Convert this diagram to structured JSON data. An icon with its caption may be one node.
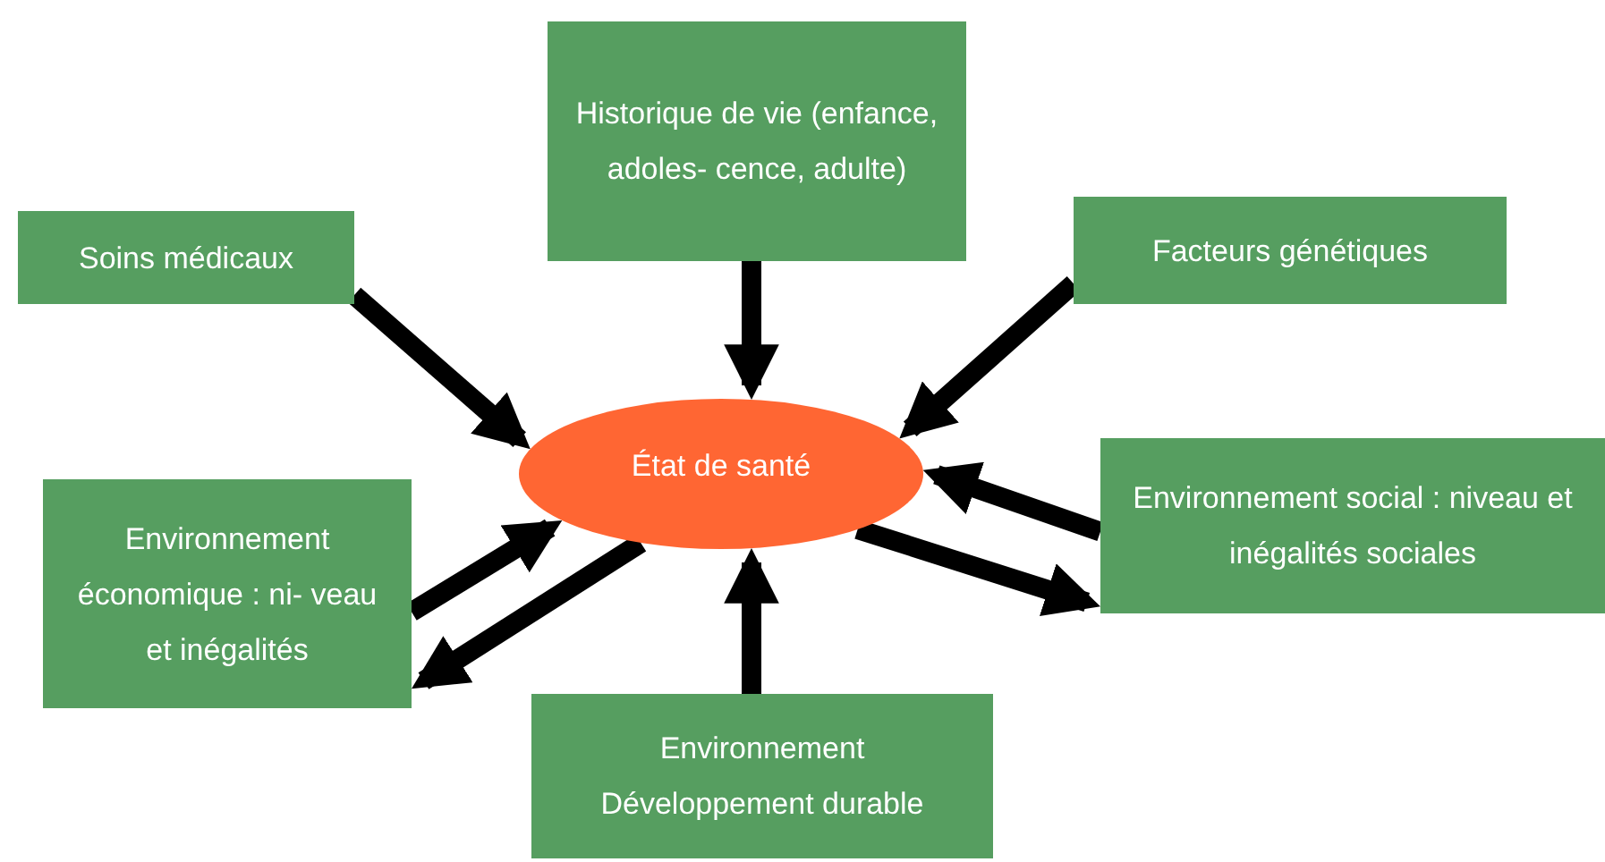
{
  "diagram": {
    "nodes": [
      {
        "text": [
          "Soins médicaux"
        ]
      },
      {
        "text": [
          "Historique de vie (enfance, adoles- cence, adulte)"
        ]
      },
      {
        "text": [
          "Facteurs génétiques"
        ]
      },
      {
        "text": [
          "État de santé"
        ]
      },
      {
        "text": [
          "Environnement économique : ni- veau et inégalités"
        ]
      },
      {
        "text": [
          "Environnement social : niveau et inégalités sociales"
        ]
      },
      {
        "text": [
          "Environnement Développement durable"
        ]
      }
    ],
    "edges": [
      {
        "from": 0,
        "to": 3,
        "arrow": "to"
      },
      {
        "from": 1,
        "to": 3,
        "arrow": "to"
      },
      {
        "from": 2,
        "to": 3,
        "arrow": "to"
      },
      {
        "from": 5,
        "to": 3,
        "arrow": "to"
      },
      {
        "from": 3,
        "to": 5,
        "arrow": "to"
      },
      {
        "from": 4,
        "to": 3,
        "arrow": "to"
      },
      {
        "from": 3,
        "to": 4,
        "arrow": "to"
      },
      {
        "from": 6,
        "to": 3,
        "arrow": "to"
      }
    ]
  }
}
